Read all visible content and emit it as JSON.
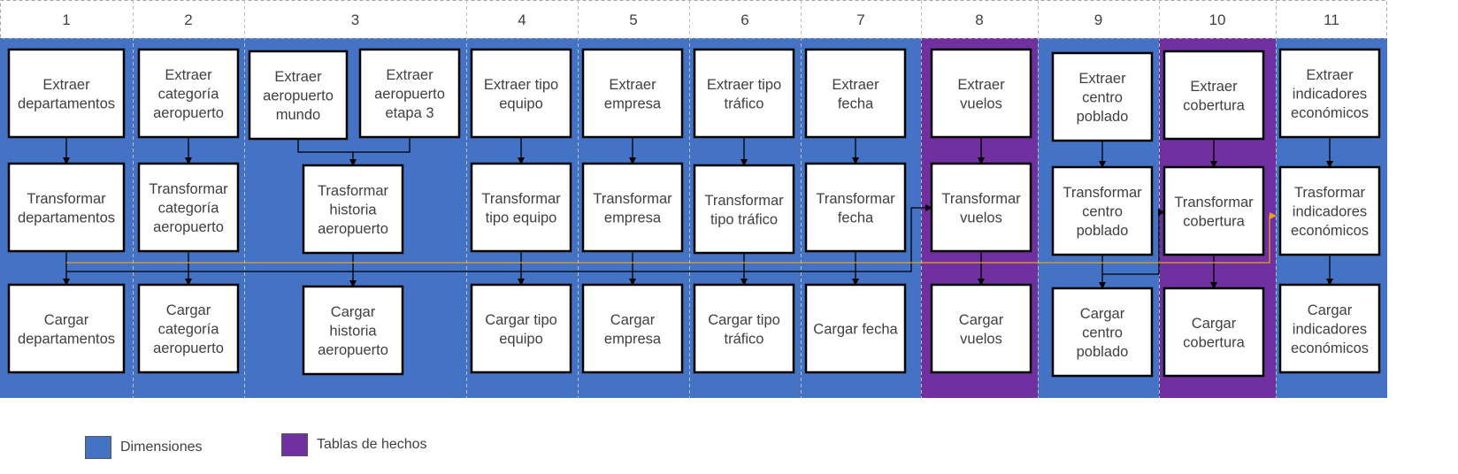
{
  "colors": {
    "dimension": "#4472C4",
    "fact": "#7030A0",
    "box_border": "#000000",
    "orange_line": "#E8A317"
  },
  "columns": [
    {
      "number": "1",
      "type": "dimension"
    },
    {
      "number": "2",
      "type": "dimension"
    },
    {
      "number": "3",
      "type": "dimension"
    },
    {
      "number": "4",
      "type": "dimension"
    },
    {
      "number": "5",
      "type": "dimension"
    },
    {
      "number": "6",
      "type": "dimension"
    },
    {
      "number": "7",
      "type": "dimension"
    },
    {
      "number": "8",
      "type": "fact"
    },
    {
      "number": "9",
      "type": "dimension"
    },
    {
      "number": "10",
      "type": "fact"
    },
    {
      "number": "11",
      "type": "dimension"
    }
  ],
  "boxes": [
    {
      "id": "b1e",
      "lines": [
        "Extraer",
        "departamentos"
      ]
    },
    {
      "id": "b1t",
      "lines": [
        "Transformar",
        "departamentos"
      ]
    },
    {
      "id": "b1c",
      "lines": [
        "Cargar",
        "departamentos"
      ]
    },
    {
      "id": "b2e",
      "lines": [
        "Extraer",
        "categoría",
        "aeropuerto"
      ]
    },
    {
      "id": "b2t",
      "lines": [
        "Transformar",
        "categoría",
        "aeropuerto"
      ]
    },
    {
      "id": "b2c",
      "lines": [
        "Cargar",
        "categoría",
        "aeropuerto"
      ]
    },
    {
      "id": "b3e1",
      "lines": [
        "Extraer",
        "aeropuerto",
        "mundo"
      ]
    },
    {
      "id": "b3e2",
      "lines": [
        "Extraer",
        "aeropuerto",
        "etapa 3"
      ]
    },
    {
      "id": "b3t",
      "lines": [
        "Trasformar",
        "historia",
        "aeropuerto"
      ]
    },
    {
      "id": "b3c",
      "lines": [
        "Cargar",
        "historia",
        "aeropuerto"
      ]
    },
    {
      "id": "b4e",
      "lines": [
        "Extraer tipo",
        "equipo"
      ]
    },
    {
      "id": "b4t",
      "lines": [
        "Transformar",
        "tipo equipo"
      ]
    },
    {
      "id": "b4c",
      "lines": [
        "Cargar tipo",
        "equipo"
      ]
    },
    {
      "id": "b5e",
      "lines": [
        "Extraer",
        "empresa"
      ]
    },
    {
      "id": "b5t",
      "lines": [
        "Transformar",
        "empresa"
      ]
    },
    {
      "id": "b5c",
      "lines": [
        "Cargar",
        "empresa"
      ]
    },
    {
      "id": "b6e",
      "lines": [
        "Extraer tipo",
        "tráfico"
      ]
    },
    {
      "id": "b6t",
      "lines": [
        "Transformar",
        "tipo tráfico"
      ]
    },
    {
      "id": "b6c",
      "lines": [
        "Cargar tipo",
        "tráfico"
      ]
    },
    {
      "id": "b7e",
      "lines": [
        "Extraer",
        "fecha"
      ]
    },
    {
      "id": "b7t",
      "lines": [
        "Transformar",
        "fecha"
      ]
    },
    {
      "id": "b7c",
      "lines": [
        "Cargar fecha"
      ]
    },
    {
      "id": "b8e",
      "lines": [
        "Extraer",
        "vuelos"
      ]
    },
    {
      "id": "b8t",
      "lines": [
        "Transformar",
        "vuelos"
      ]
    },
    {
      "id": "b8c",
      "lines": [
        "Cargar",
        "vuelos"
      ]
    },
    {
      "id": "b9e",
      "lines": [
        "Extraer",
        "centro",
        "poblado"
      ]
    },
    {
      "id": "b9t",
      "lines": [
        "Transformar",
        "centro",
        "poblado"
      ]
    },
    {
      "id": "b9c",
      "lines": [
        "Cargar",
        "centro",
        "poblado"
      ]
    },
    {
      "id": "b10e",
      "lines": [
        "Extraer",
        "cobertura"
      ]
    },
    {
      "id": "b10t",
      "lines": [
        "Transformar",
        "cobertura"
      ]
    },
    {
      "id": "b10c",
      "lines": [
        "Cargar",
        "cobertura"
      ]
    },
    {
      "id": "b11e",
      "lines": [
        "Extraer",
        "indicadores",
        "económicos"
      ]
    },
    {
      "id": "b11t",
      "lines": [
        "Trasformar",
        "indicadores",
        "económicos"
      ]
    },
    {
      "id": "b11c",
      "lines": [
        "Cargar",
        "indicadores",
        "económicos"
      ]
    }
  ],
  "legend": {
    "dimension_label": "Dimensiones",
    "fact_label": "Tablas de hechos"
  }
}
